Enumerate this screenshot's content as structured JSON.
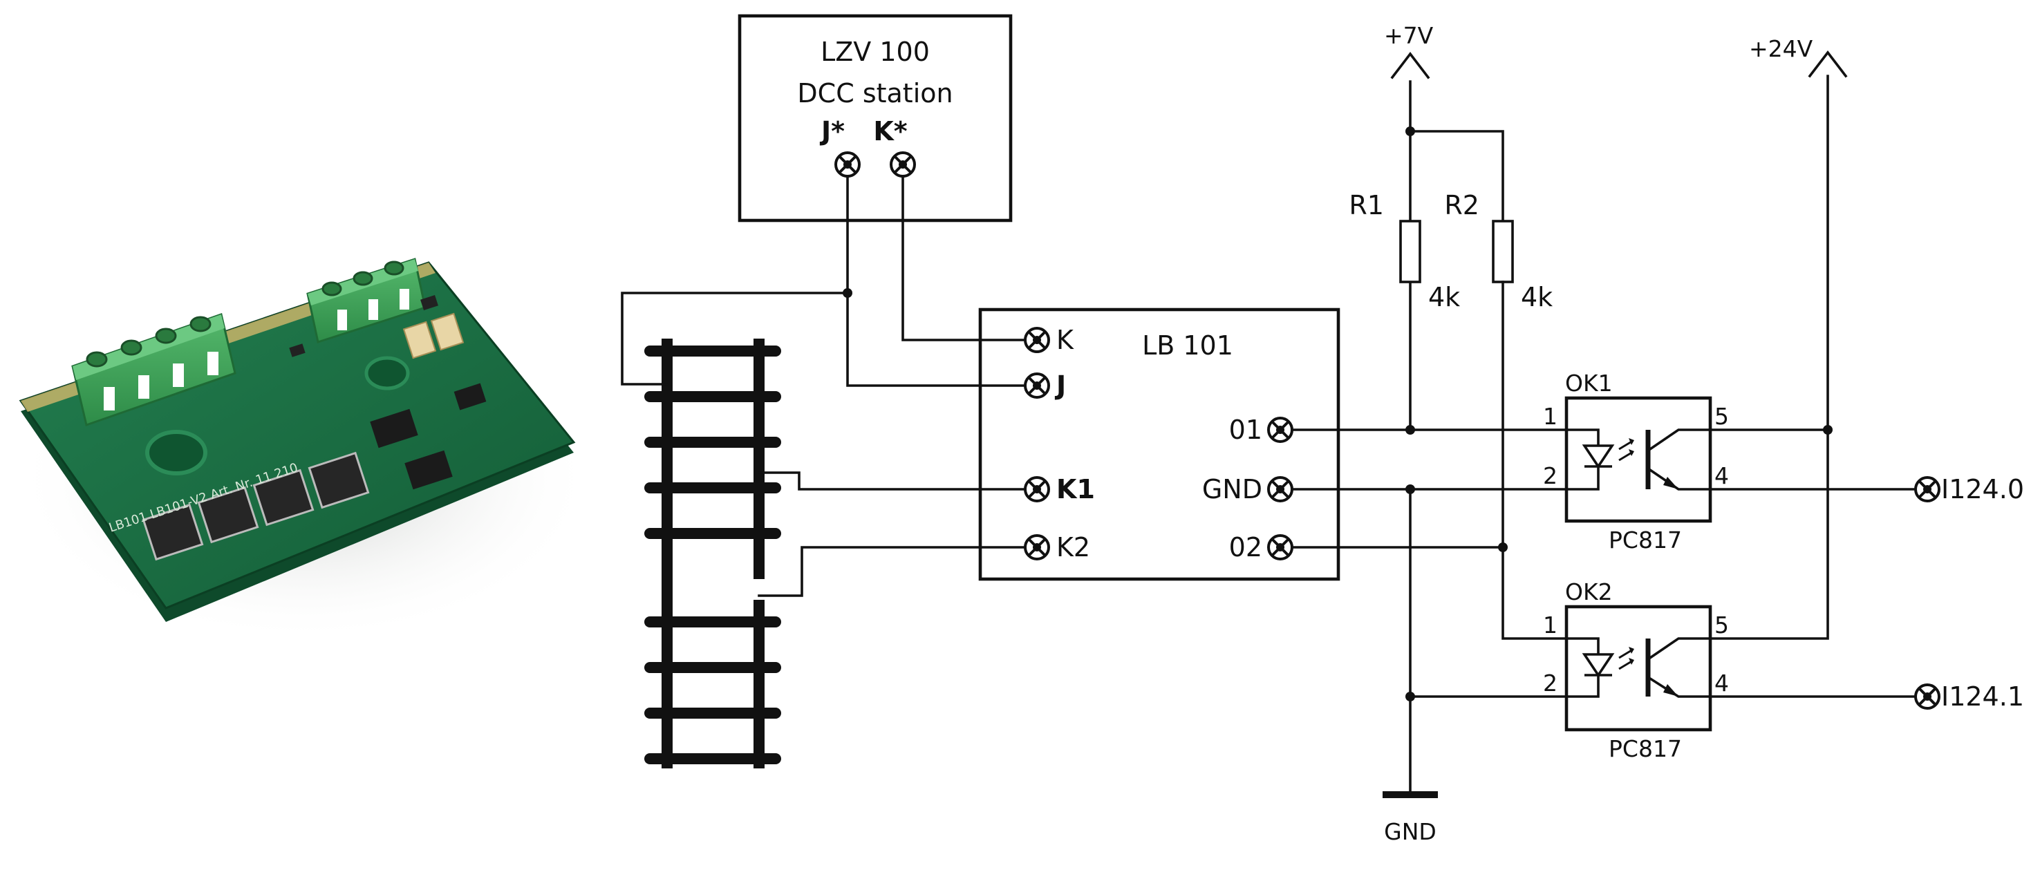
{
  "dcc_station": {
    "model": "LZV 100",
    "subtitle": "DCC station",
    "pin_j": "J*",
    "pin_k": "K*"
  },
  "lb101": {
    "title": "LB 101",
    "pin_k": "K",
    "pin_j": "J",
    "pin_k1": "K1",
    "pin_k2": "K2",
    "pin_o1": "01",
    "pin_gnd": "GND",
    "pin_o2": "02"
  },
  "supply": {
    "v7": "+7V",
    "v24": "+24V",
    "gnd": "GND"
  },
  "resistors": [
    {
      "ref": "R1",
      "value": "4k"
    },
    {
      "ref": "R2",
      "value": "4k"
    }
  ],
  "optocouplers": [
    {
      "ref": "OK1",
      "part": "PC817",
      "pin1": "1",
      "pin2": "2",
      "pin4": "4",
      "pin5": "5",
      "output": "I124.0"
    },
    {
      "ref": "OK2",
      "part": "PC817",
      "pin1": "1",
      "pin2": "2",
      "pin4": "4",
      "pin5": "5",
      "output": "I124.1"
    }
  ],
  "pcb_photo": {
    "silkscreen": "LB101 LB101-V2 Art. Nr. 11 210"
  },
  "colors": {
    "pcb_green": "#1f7a4c",
    "terminal_green": "#3fa35a",
    "wire": "#111111"
  }
}
